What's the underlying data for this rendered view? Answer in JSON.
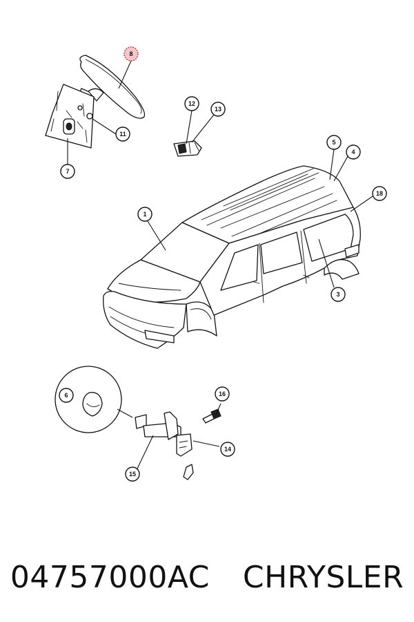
{
  "callouts": {
    "c1": "1",
    "c3": "3",
    "c4": "4",
    "c5": "5",
    "c6": "6",
    "c7": "7",
    "c8": "8",
    "c11": "11",
    "c12": "12",
    "c13": "13",
    "c14": "14",
    "c15": "15",
    "c16": "16",
    "c18": "18"
  },
  "highlighted_callout": "8",
  "caption": {
    "part_number": "04757000AC",
    "brand": "CHRYSLER"
  },
  "colors": {
    "line": "#111111",
    "highlight_fill": "#f4c6cc",
    "highlight_stroke": "#c0392b"
  }
}
